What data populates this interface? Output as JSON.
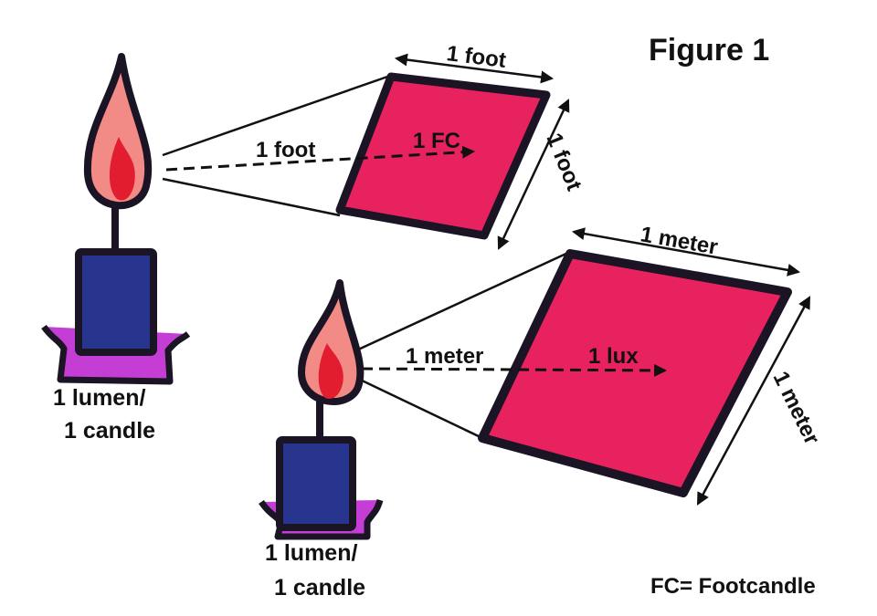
{
  "figure_title": "Figure 1",
  "footnote": "FC= Footcandle",
  "top": {
    "width_label": "1 foot",
    "height_label": "1 foot",
    "distance_label": "1 foot",
    "illuminance_label": "1 FC",
    "candle_caption_line1": "1 lumen/",
    "candle_caption_line2": "1 candle"
  },
  "bottom": {
    "width_label": "1 meter",
    "height_label": "1 meter",
    "distance_label": "1 meter",
    "illuminance_label": "1 lux",
    "candle_caption_line1": "1 lumen/",
    "candle_caption_line2": "1 candle"
  },
  "colors": {
    "outline": "#1a1424",
    "surface": "#e8225e",
    "candle_body": "#27358f",
    "candle_base": "#c43ed6",
    "flame_outer": "#f28a86",
    "flame_inner": "#e21d2f"
  },
  "icons": {
    "candle": "candle-icon",
    "flame": "flame-icon"
  }
}
